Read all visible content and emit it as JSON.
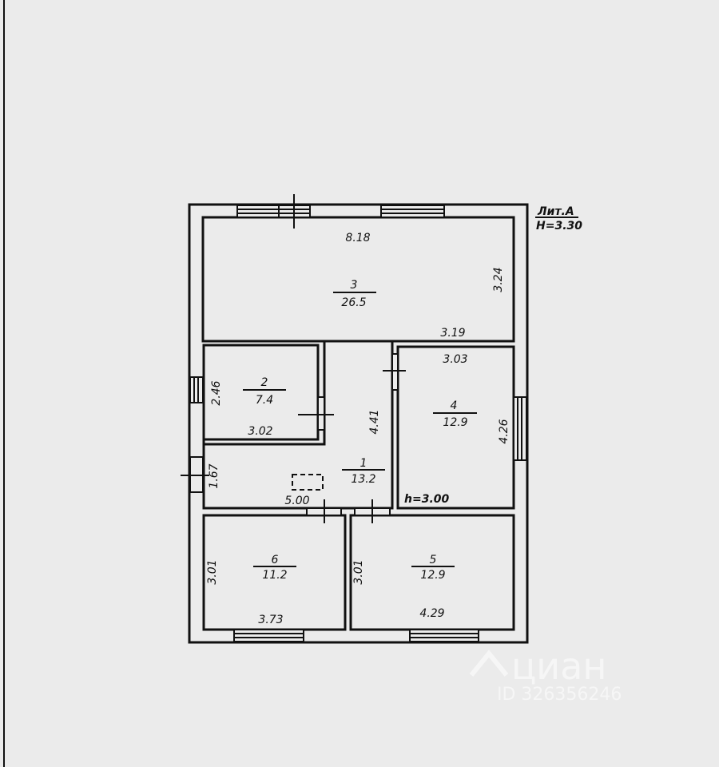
{
  "plan": {
    "label": "Лит.А",
    "height_total": "H=3.30",
    "room4_height": "h=3.00",
    "rooms": [
      {
        "number": "1",
        "area": "13.2"
      },
      {
        "number": "2",
        "area": "7.4"
      },
      {
        "number": "3",
        "area": "26.5"
      },
      {
        "number": "4",
        "area": "12.9"
      },
      {
        "number": "5",
        "area": "12.9"
      },
      {
        "number": "6",
        "area": "11.2"
      }
    ],
    "dimensions": {
      "r3_width": "8.18",
      "r3_depth": "3.24",
      "r3_bottom": "3.19",
      "r2_depth": "2.46",
      "r2_width": "3.02",
      "r1_length": "4.41",
      "r1_depth": "1.67",
      "r1_width": "5.00",
      "r4_width": "3.03",
      "r4_depth": "4.26",
      "r6_depth": "3.01",
      "r6_width": "3.73",
      "r5_depth": "3.01",
      "r5_width": "4.29"
    }
  },
  "watermark": {
    "brand": "циан",
    "id": "ID 326356246"
  }
}
